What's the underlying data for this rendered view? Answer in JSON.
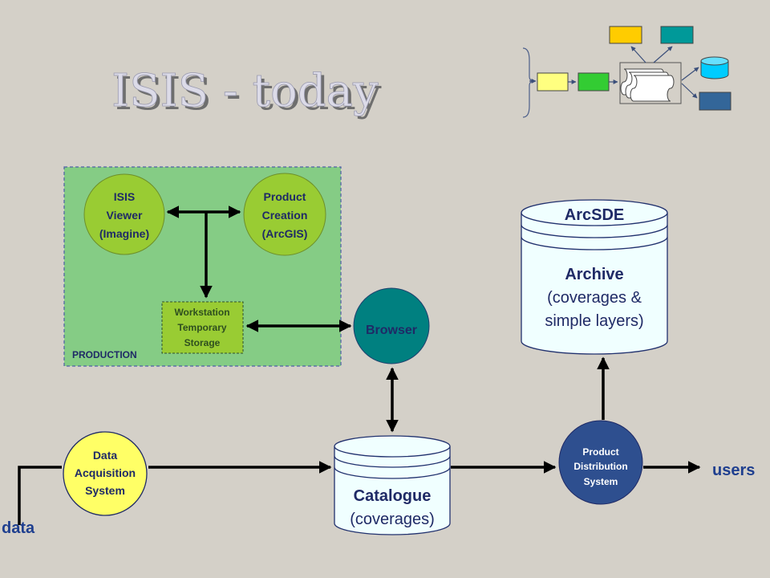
{
  "title": "ISIS - today",
  "production_label": "PRODUCTION",
  "nodes": {
    "isis_viewer": [
      "ISIS",
      "Viewer",
      "(Imagine)"
    ],
    "product_creation": [
      "Product",
      "Creation",
      "(ArcGIS)"
    ],
    "workstation_storage": [
      "Workstation",
      "Temporary",
      "Storage"
    ],
    "browser": "Browser",
    "arcsde": "ArcSDE",
    "archive": [
      "Archive",
      "(coverages &",
      "simple layers)"
    ],
    "data_acquisition": [
      "Data",
      "Acquisition",
      "System"
    ],
    "catalogue": [
      "Catalogue",
      "(coverages)"
    ],
    "product_distribution": [
      "Product",
      "Distribution",
      "System"
    ]
  },
  "io": {
    "input": "data",
    "output": "users"
  },
  "colors": {
    "background": "#d4d0c8",
    "title_fill": "#dcdbe8",
    "title_shadow": "#6e6e6e",
    "production_bg": "#85cc85",
    "production_border": "#4d5fa6",
    "green_node": "#99cc33",
    "teal_node": "#008080",
    "db_fill": "#f0ffff",
    "db_stroke": "#22316e",
    "yellow_node": "#ffff66",
    "blue_node": "#2e4f8f",
    "text_navy": "#1f2a66",
    "text_green": "#2f4f1f",
    "mini_yellow": "#ffff80",
    "mini_green": "#33cc33",
    "mini_gold": "#ffcc00",
    "mini_teal": "#009999",
    "mini_cyan": "#00ccff",
    "mini_steel": "#336699"
  }
}
